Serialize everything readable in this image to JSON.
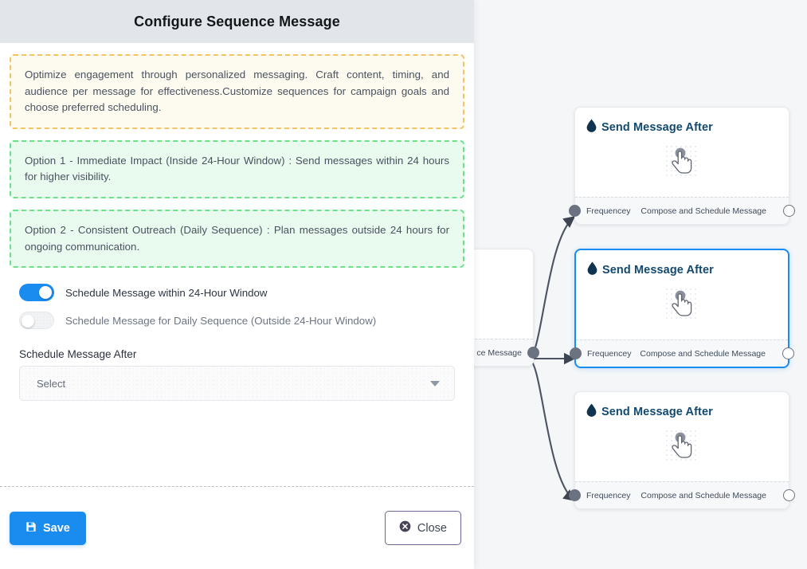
{
  "modal": {
    "title": "Configure Sequence Message",
    "callouts": [
      {
        "kind": "warn",
        "text": "Optimize engagement through personalized messaging. Craft content, timing, and audience per message for effectiveness.Customize sequences for campaign goals and choose preferred scheduling."
      },
      {
        "kind": "ok",
        "text": "Option 1 - Immediate Impact (Inside 24-Hour Window) : Send messages within 24 hours for higher visibility."
      },
      {
        "kind": "ok",
        "text": "Option 2 - Consistent Outreach (Daily Sequence) : Plan messages outside 24 hours for ongoing communication."
      }
    ],
    "toggles": [
      {
        "label": "Schedule Message within 24-Hour Window",
        "state": "on"
      },
      {
        "label": "Schedule Message for Daily Sequence (Outside 24-Hour Window)",
        "state": "off"
      }
    ],
    "schedule_field": {
      "label": "Schedule Message After",
      "value": "Select",
      "caret_icon": "chevron-down-icon"
    },
    "footer": {
      "save_label": "Save",
      "save_icon": "save-icon",
      "close_label": "Close",
      "close_icon": "circle-x-icon"
    }
  },
  "canvas": {
    "nodes": [
      {
        "id": "node-top",
        "title": "Send Message After",
        "icon": "water-drop-icon",
        "body_icon": "pointer-hand-icon",
        "footer_left": "Frequencey",
        "footer_right": "Compose and Schedule Message",
        "selected": false
      },
      {
        "id": "node-middle",
        "title": "Send Message After",
        "icon": "water-drop-icon",
        "body_icon": "pointer-hand-icon",
        "footer_left": "Frequencey",
        "footer_right": "Compose and Schedule Message",
        "selected": true
      },
      {
        "id": "node-bottom",
        "title": "Send Message After",
        "icon": "water-drop-icon",
        "body_icon": "pointer-hand-icon",
        "footer_left": "Frequencey",
        "footer_right": "Compose and Schedule Message",
        "selected": false
      }
    ],
    "partial_node": {
      "id": "node-source",
      "footer_right": "ce Message"
    }
  },
  "colors": {
    "accent_blue": "#1a8cf0",
    "node_title": "#12496f",
    "warn_border": "#f3c366",
    "warn_bg": "#fdfbef",
    "ok_border": "#6fe08a",
    "ok_bg": "#e9fbee",
    "header_bg": "#e2e5e9",
    "canvas_bg": "#f4f6f8",
    "edge": "#4c5463",
    "close_border": "#6e6391"
  }
}
